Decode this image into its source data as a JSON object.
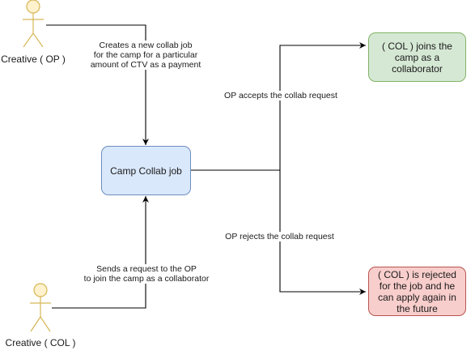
{
  "actors": {
    "op": {
      "name": "Creative ( OP )"
    },
    "col": {
      "name": "Creative ( COL )"
    }
  },
  "nodes": {
    "camp": {
      "label": "Camp Collab job"
    },
    "joins": {
      "label": "( COL ) joins the camp as a collaborator"
    },
    "rejected": {
      "label": "( COL ) is rejected for the job and he can apply again in the future"
    }
  },
  "edges": {
    "create_job": {
      "label": "Creates a new collab job\nfor the camp for a particular\namount of CTV as a payment"
    },
    "send_request": {
      "label": "Sends a request to the OP\nto join the camp as a collaborator"
    },
    "accepts": {
      "label": "OP accepts the collab request"
    },
    "rejects": {
      "label": "OP rejects the collab request"
    }
  },
  "colors": {
    "actor_fill": "#fff2cc",
    "actor_stroke": "#d6b656",
    "line": "#000000"
  }
}
